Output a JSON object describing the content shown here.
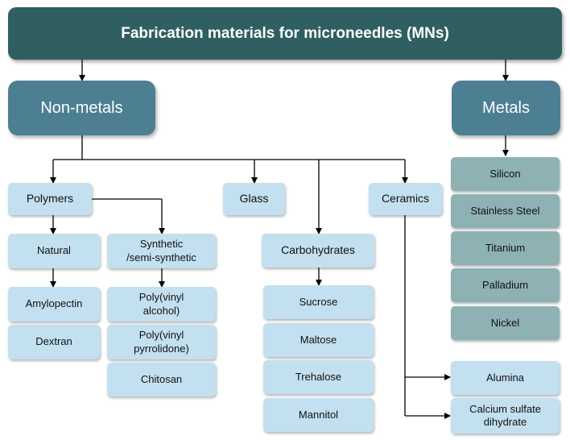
{
  "title": "Fabrication materials for microneedles (MNs)",
  "categories": {
    "non_metals": "Non-metals",
    "metals": "Metals"
  },
  "non_metals": {
    "polymers": "Polymers",
    "glass": "Glass",
    "ceramics": "Ceramics",
    "natural": "Natural",
    "synthetic": "Synthetic\n/semi-synthetic",
    "carbohydrates": "Carbohydrates",
    "natural_items": [
      "Amylopectin",
      "Dextran"
    ],
    "synthetic_items": [
      "Poly(vinyl\nalcohol)",
      "Poly(vinyl\npyrrolidone)",
      "Chitosan"
    ],
    "carbohydrate_items": [
      "Sucrose",
      "Maltose",
      "Trehalose",
      "Mannitol"
    ],
    "ceramic_items": [
      "Alumina",
      "Calcium sulfate\ndihydrate"
    ]
  },
  "metals": {
    "items": [
      "Silicon",
      "Stainless Steel",
      "Titanium",
      "Palladium",
      "Nickel"
    ]
  },
  "colors": {
    "title_bg": "#2f5f61",
    "category_bg": "#4d7f92",
    "light_box": "#c3e0f0",
    "metal_box": "#8eb2b4"
  }
}
